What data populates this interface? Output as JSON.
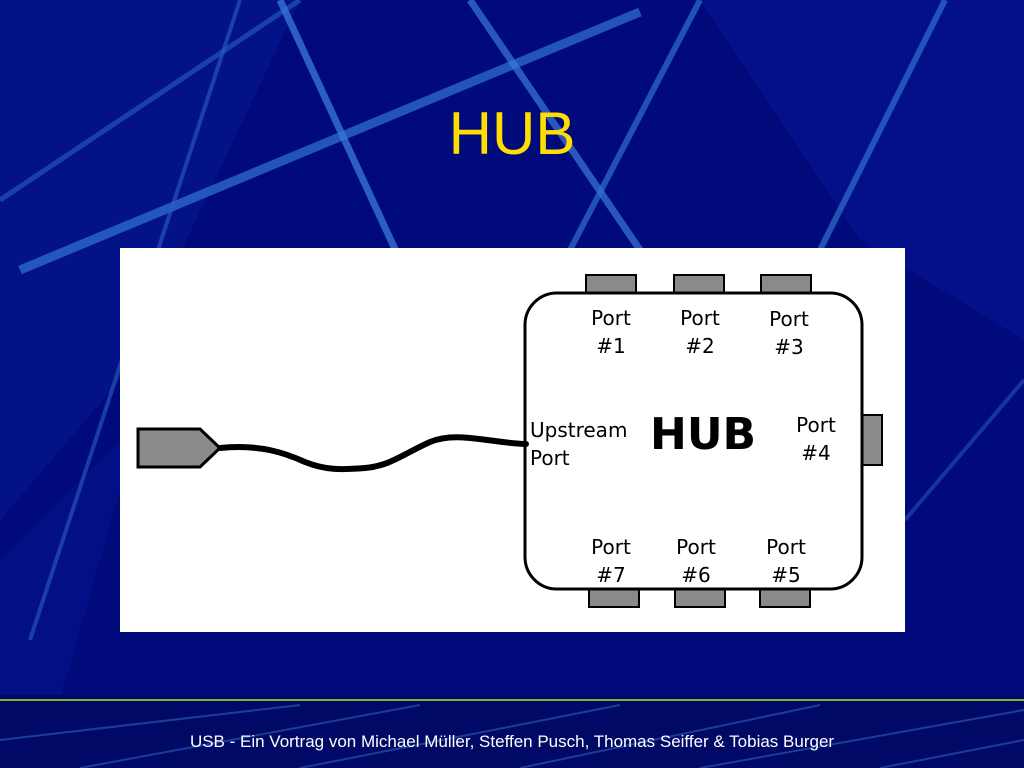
{
  "slide": {
    "title": "HUB",
    "footer": "USB - Ein Vortrag von Michael Müller, Steffen Pusch, Thomas Seiffer & Tobias Burger"
  },
  "diagram": {
    "hub_label": "HUB",
    "upstream": {
      "line1": "Upstream",
      "line2": "Port"
    },
    "ports": [
      {
        "line1": "Port",
        "line2": "#1"
      },
      {
        "line1": "Port",
        "line2": "#2"
      },
      {
        "line1": "Port",
        "line2": "#3"
      },
      {
        "line1": "Port",
        "line2": "#4"
      },
      {
        "line1": "Port",
        "line2": "#5"
      },
      {
        "line1": "Port",
        "line2": "#6"
      },
      {
        "line1": "Port",
        "line2": "#7"
      }
    ]
  },
  "colors": {
    "background": "#000a7a",
    "title": "#ffdd00",
    "connector": "#8a8a8a",
    "footer_line": "#9acd32"
  }
}
